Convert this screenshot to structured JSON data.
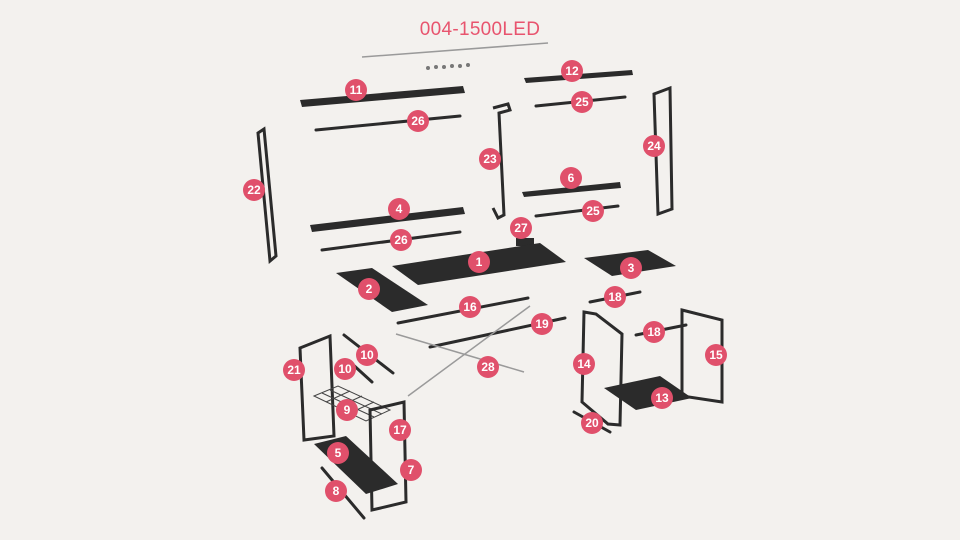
{
  "title": "004-1500LED",
  "colors": {
    "background": "#f3f1ee",
    "badge": "#e0506b",
    "title": "#e8546e",
    "parts": "#2b2b2b"
  },
  "labels": {
    "p1": "1",
    "p2": "2",
    "p3": "3",
    "p4": "4",
    "p5": "5",
    "p6": "6",
    "p7": "7",
    "p8": "8",
    "p9": "9",
    "p10": "10",
    "p11": "11",
    "p12": "12",
    "p13": "13",
    "p14": "14",
    "p15": "15",
    "p16": "16",
    "p17": "17",
    "p18": "18",
    "p19": "19",
    "p20": "20",
    "p21": "21",
    "p22": "22",
    "p23": "23",
    "p24": "24",
    "p25": "25",
    "p26": "26",
    "p27": "27",
    "p28": "28"
  }
}
